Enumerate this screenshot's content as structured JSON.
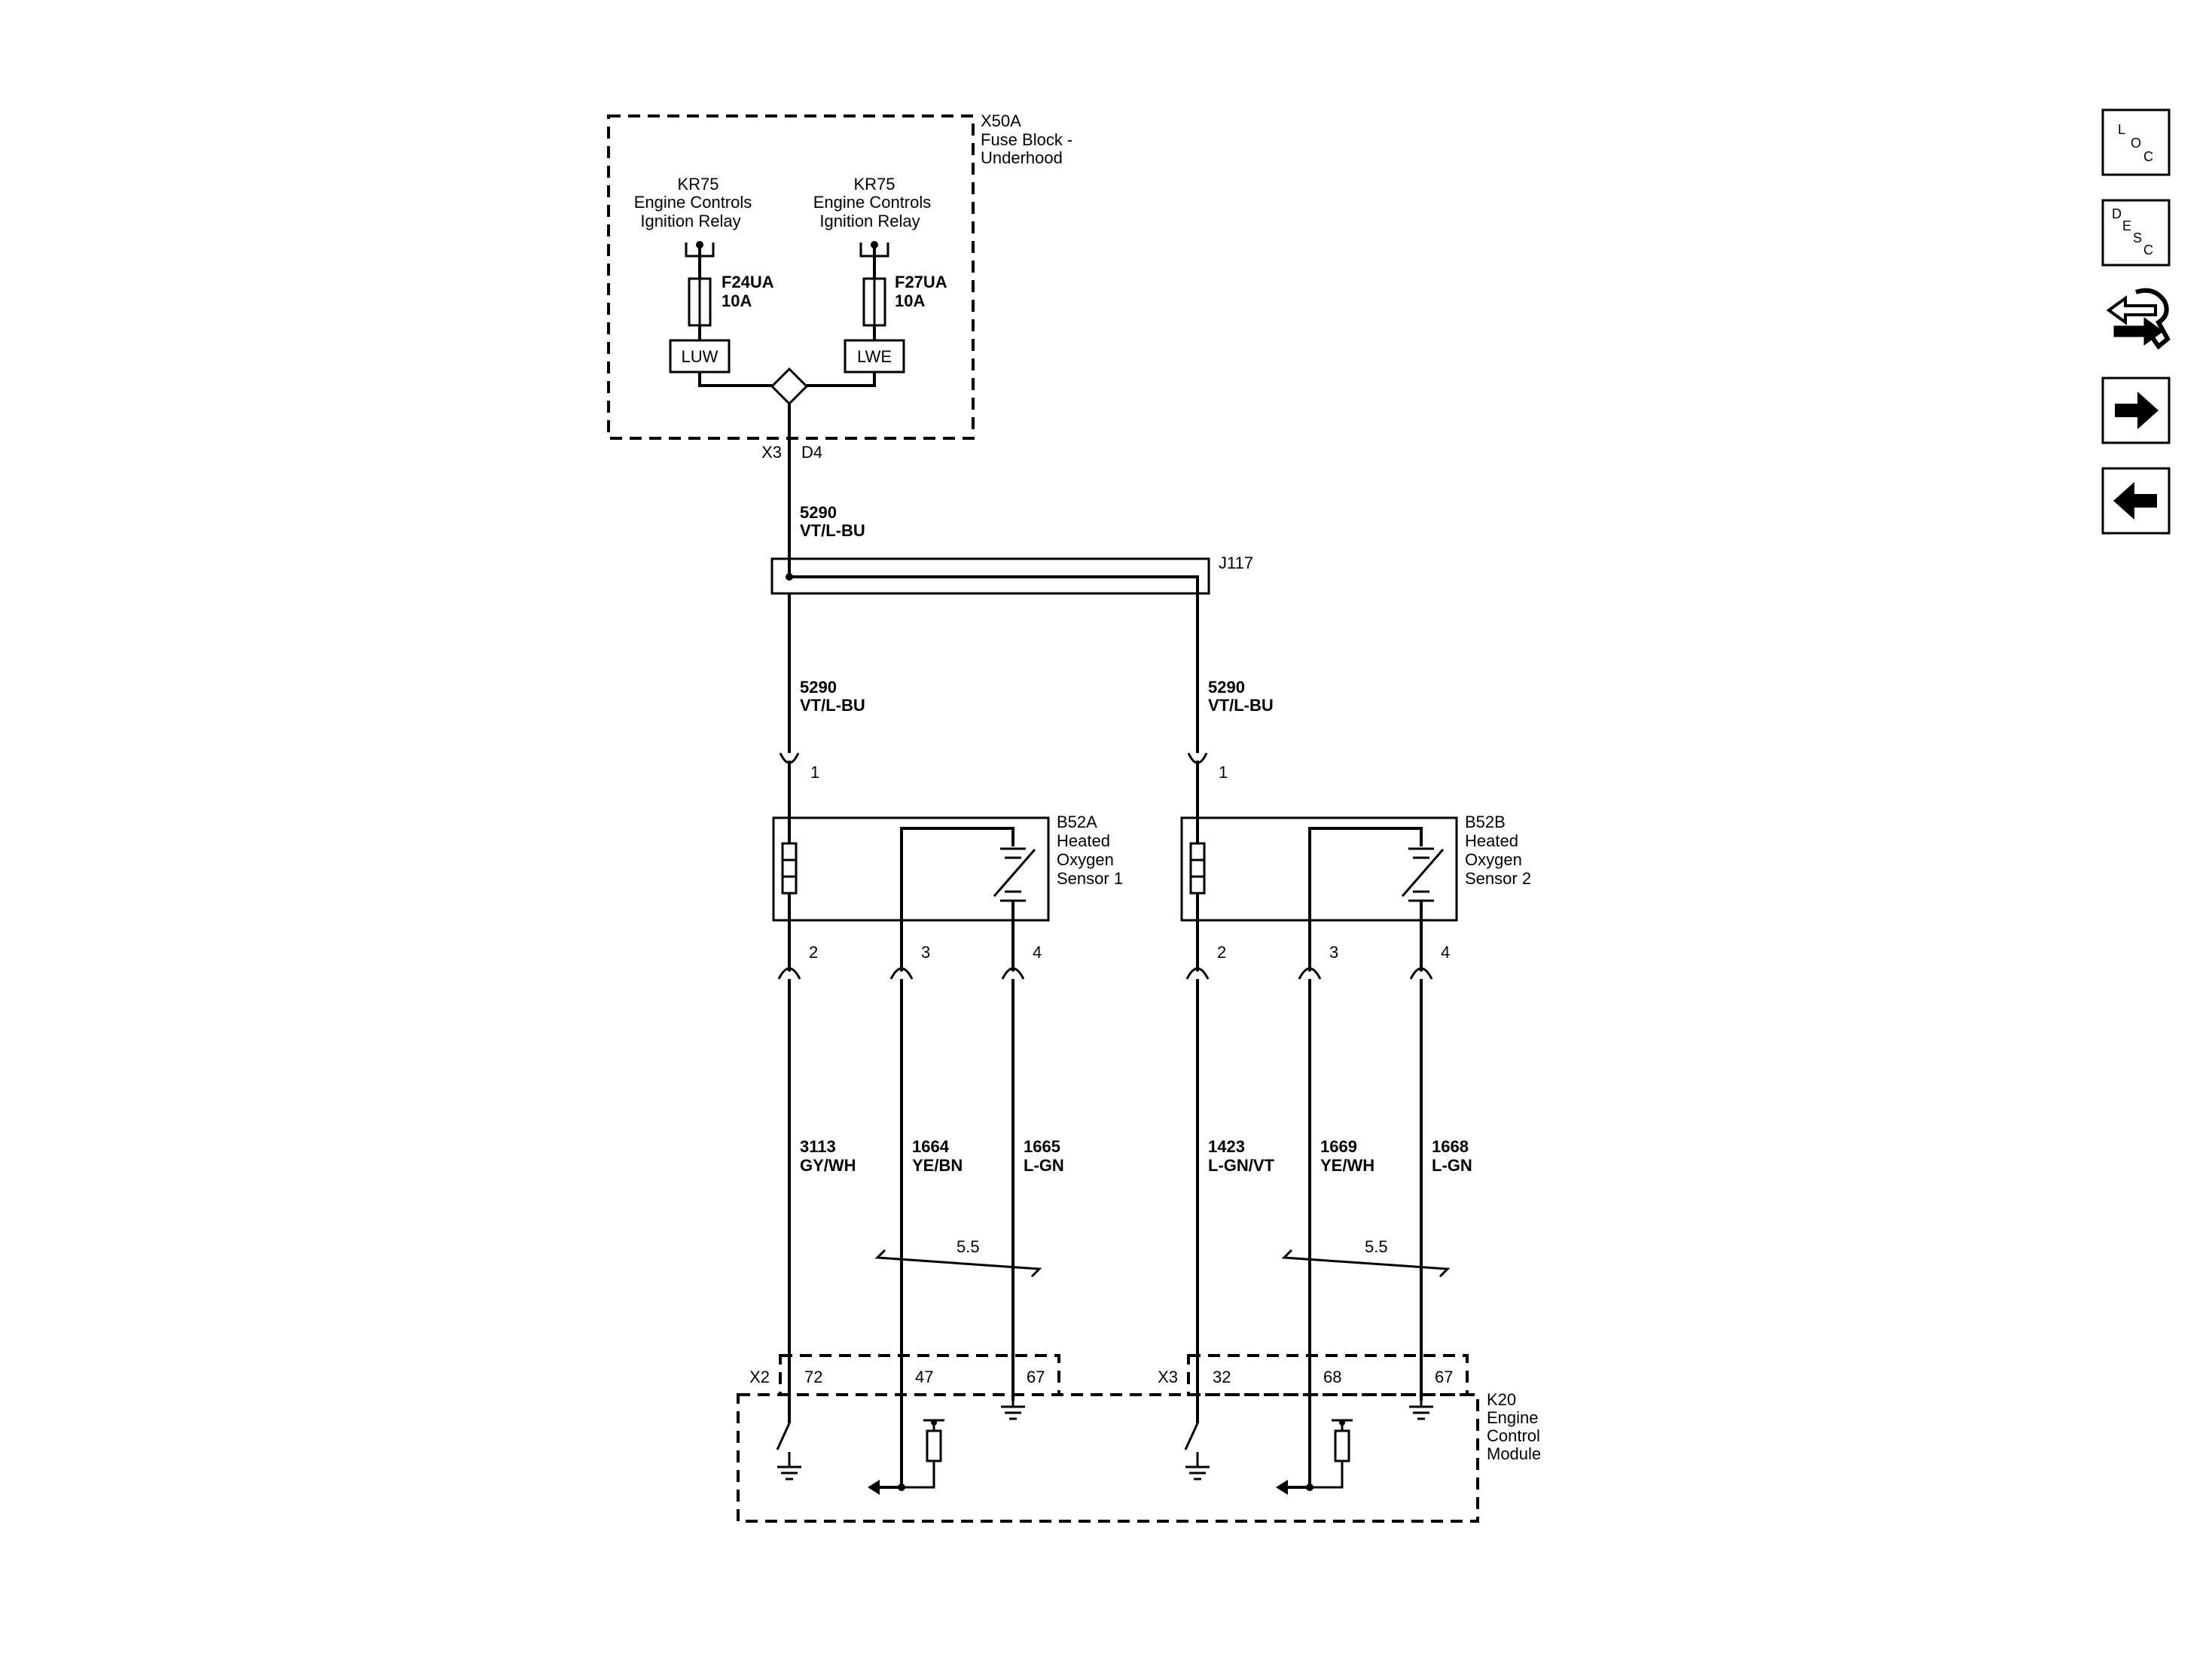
{
  "fuse_block": {
    "ref": "X50A",
    "name_line1": "Fuse Block -",
    "name_line2": "Underhood",
    "relay_left": {
      "ref": "KR75",
      "line1": "Engine Controls",
      "line2": "Ignition Relay"
    },
    "relay_right": {
      "ref": "KR75",
      "line1": "Engine Controls",
      "line2": "Ignition Relay"
    },
    "fuse_left": {
      "ref": "F24UA",
      "rating": "10A",
      "label": "LUW"
    },
    "fuse_right": {
      "ref": "F27UA",
      "rating": "10A",
      "label": "LWE"
    },
    "connector": "X3",
    "pin": "D4"
  },
  "wires": {
    "feed": {
      "circuit": "5290",
      "color": "VT/L-BU"
    },
    "sensor1_feed": {
      "circuit": "5290",
      "color": "VT/L-BU"
    },
    "sensor2_feed": {
      "circuit": "5290",
      "color": "VT/L-BU"
    },
    "s1_pin2": {
      "circuit": "3113",
      "color": "GY/WH"
    },
    "s1_pin3": {
      "circuit": "1664",
      "color": "YE/BN"
    },
    "s1_pin4": {
      "circuit": "1665",
      "color": "L-GN"
    },
    "s2_pin2": {
      "circuit": "1423",
      "color": "L-GN/VT"
    },
    "s2_pin3": {
      "circuit": "1669",
      "color": "YE/WH"
    },
    "s2_pin4": {
      "circuit": "1668",
      "color": "L-GN"
    }
  },
  "splice": {
    "ref": "J117"
  },
  "sensor1": {
    "ref": "B52A",
    "line1": "Heated",
    "line2": "Oxygen",
    "line3": "Sensor 1",
    "pins": [
      "1",
      "2",
      "3",
      "4"
    ]
  },
  "sensor2": {
    "ref": "B52B",
    "line1": "Heated",
    "line2": "Oxygen",
    "line3": "Sensor 2",
    "pins": [
      "1",
      "2",
      "3",
      "4"
    ]
  },
  "twisted_pair": {
    "left": "5.5",
    "right": "5.5"
  },
  "ecm": {
    "ref": "K20",
    "line1": "Engine",
    "line2": "Control",
    "line3": "Module",
    "connector_left": {
      "ref": "X2",
      "pins": [
        "72",
        "47",
        "67"
      ]
    },
    "connector_right": {
      "ref": "X3",
      "pins": [
        "32",
        "68",
        "67"
      ]
    }
  },
  "nav": {
    "loc": {
      "c1": "L",
      "c2": "O",
      "c3": "C"
    },
    "desc": {
      "c1": "D",
      "c2": "E",
      "c3": "S",
      "c4": "C"
    },
    "icons": [
      "wrench-icon",
      "arrow-right-icon",
      "arrow-left-icon"
    ]
  }
}
